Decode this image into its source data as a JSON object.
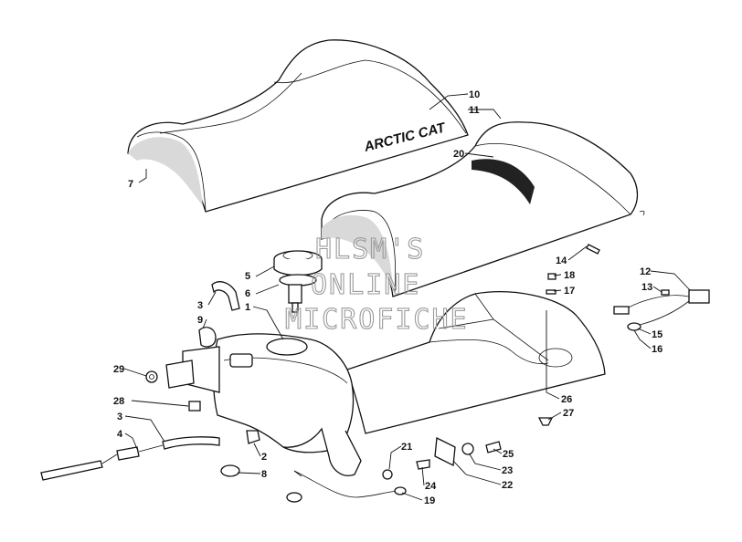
{
  "brand_text": "ARCTIC CAT",
  "watermark": {
    "lines": [
      "HLSM'S",
      "ONLINE",
      "MICROFICHE"
    ],
    "color": "#9a9a9a"
  },
  "callouts": [
    {
      "id": "10",
      "label": "10"
    },
    {
      "id": "11",
      "label": "11"
    },
    {
      "id": "7",
      "label": "7"
    },
    {
      "id": "20",
      "label": "20"
    },
    {
      "id": "14",
      "label": "14"
    },
    {
      "id": "5",
      "label": "5"
    },
    {
      "id": "6",
      "label": "6"
    },
    {
      "id": "18",
      "label": "18"
    },
    {
      "id": "17",
      "label": "17"
    },
    {
      "id": "12",
      "label": "12"
    },
    {
      "id": "13",
      "label": "13"
    },
    {
      "id": "3a",
      "label": "3"
    },
    {
      "id": "1",
      "label": "1"
    },
    {
      "id": "9",
      "label": "9"
    },
    {
      "id": "15",
      "label": "15"
    },
    {
      "id": "16",
      "label": "16"
    },
    {
      "id": "29",
      "label": "29"
    },
    {
      "id": "26",
      "label": "26"
    },
    {
      "id": "28",
      "label": "28"
    },
    {
      "id": "27",
      "label": "27"
    },
    {
      "id": "3b",
      "label": "3"
    },
    {
      "id": "4",
      "label": "4"
    },
    {
      "id": "21",
      "label": "21"
    },
    {
      "id": "25",
      "label": "25"
    },
    {
      "id": "2",
      "label": "2"
    },
    {
      "id": "23",
      "label": "23"
    },
    {
      "id": "8",
      "label": "8"
    },
    {
      "id": "24",
      "label": "24"
    },
    {
      "id": "22",
      "label": "22"
    },
    {
      "id": "19",
      "label": "19"
    }
  ]
}
